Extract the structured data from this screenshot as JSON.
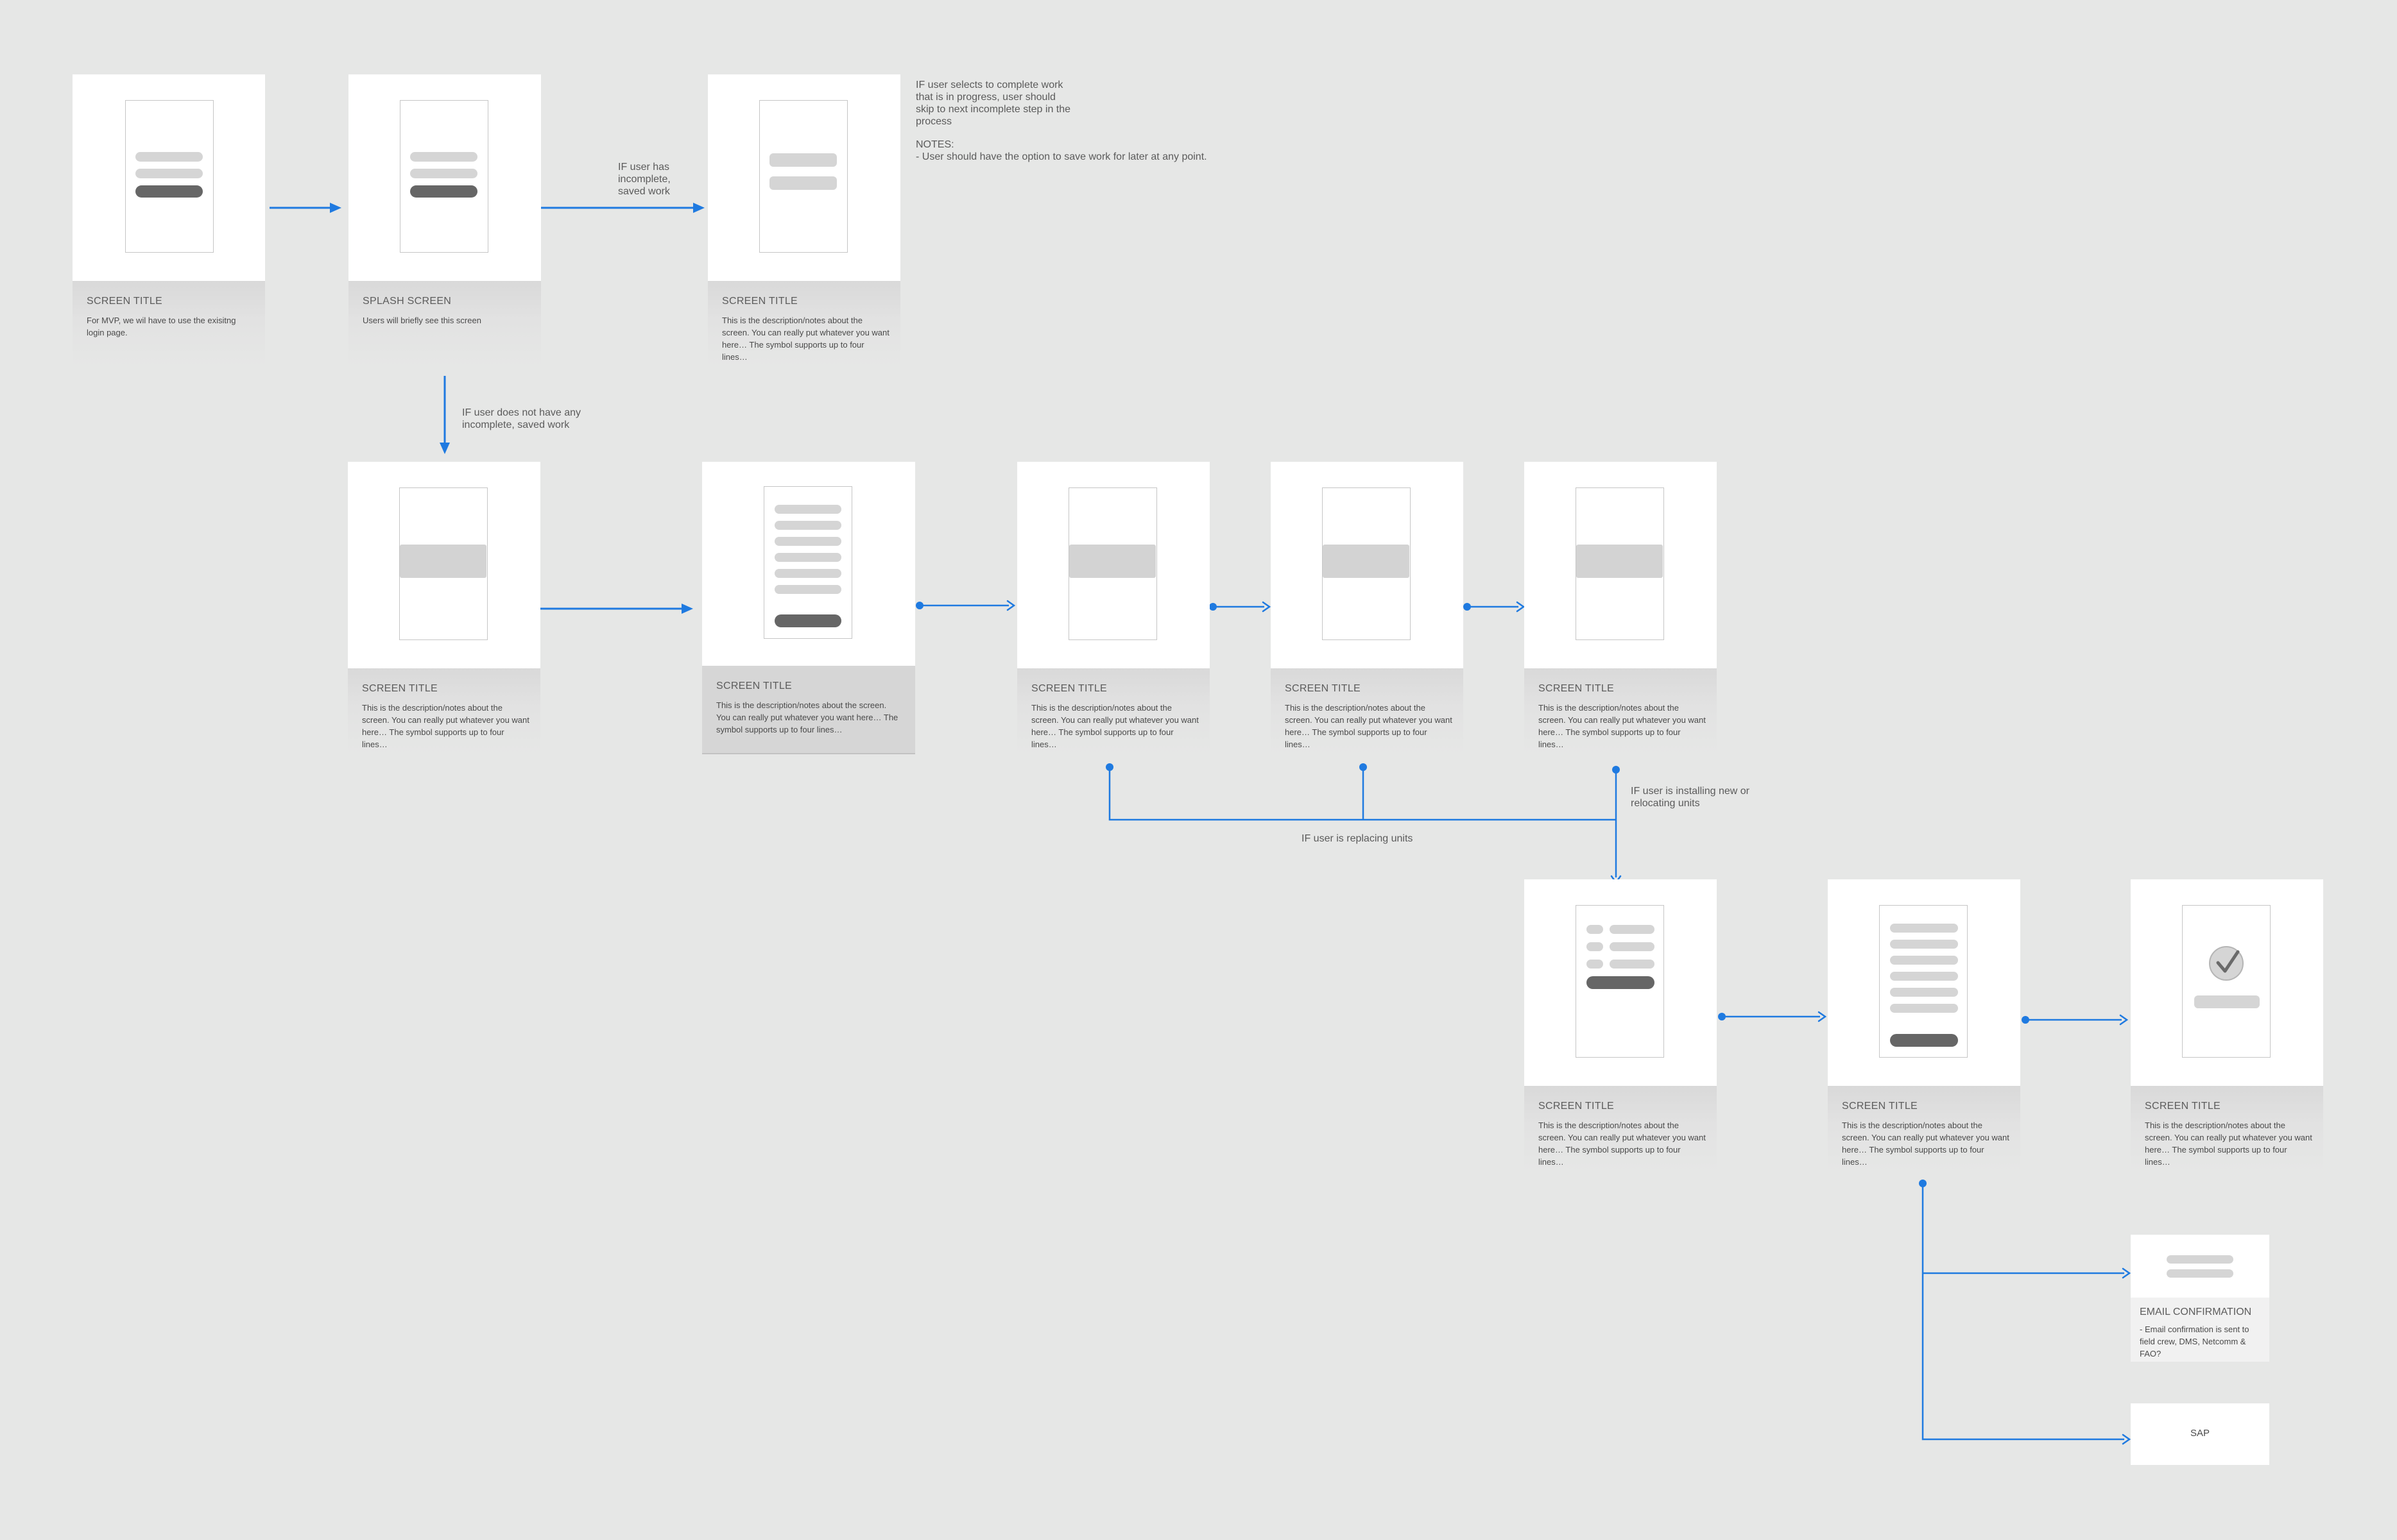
{
  "colors": {
    "connector": "#1f7ae0",
    "background": "#e6e7e6"
  },
  "cards": {
    "c1": {
      "title": "SCREEN TITLE",
      "desc": "For MVP, we wil have to use the exisitng login page."
    },
    "c2": {
      "title": "SPLASH SCREEN",
      "desc": "Users will briefly see this screen"
    },
    "c3": {
      "title": "SCREEN TITLE",
      "desc": "This is the description/notes about the screen. You can really put whatever you want here… The symbol supports up to four lines…"
    },
    "c4": {
      "title": "SCREEN TITLE",
      "desc": "This is the description/notes about the screen. You can really put whatever you want here… The symbol supports up to four lines…"
    },
    "c5": {
      "title": "SCREEN TITLE",
      "desc": "This is the description/notes about the screen. You can really put whatever you want here… The symbol supports up to four lines…"
    },
    "c6": {
      "title": "SCREEN TITLE",
      "desc": "This is the description/notes about the screen. You can really put whatever you want here… The symbol supports up to four lines…"
    },
    "c7": {
      "title": "SCREEN TITLE",
      "desc": "This is the description/notes about the screen. You can really put whatever you want here… The symbol supports up to four lines…"
    },
    "c8": {
      "title": "SCREEN TITLE",
      "desc": "This is the description/notes about the screen. You can really put whatever you want here… The symbol supports up to four lines…"
    },
    "c9": {
      "title": "SCREEN TITLE",
      "desc": "This is the description/notes about the screen. You can really put whatever you want here… The symbol supports up to four lines…"
    },
    "c10": {
      "title": "SCREEN TITLE",
      "desc": "This is the description/notes about the screen. You can really put whatever you want here… The symbol supports up to four lines…"
    },
    "c11": {
      "title": "SCREEN TITLE",
      "desc": "This is the description/notes about the screen. You can really put whatever you want here… The symbol supports up to four lines…"
    }
  },
  "notes": {
    "incomplete_saved": "IF user has incomplete, saved work",
    "no_incomplete": "IF user does not have any incomplete, saved work",
    "in_progress": "IF user selects to complete work that is in progress, user should skip to next incomplete step in the process",
    "notes_heading": "NOTES:",
    "notes_item": "- User should have the option to save work for later at any point.",
    "installing": "IF user is installing new or relocating units",
    "replacing": "IF user is replacing units"
  },
  "email": {
    "title": "EMAIL CONFIRMATION",
    "desc": "- Email confirmation is sent to field crew, DMS, Netcomm & FAO?"
  },
  "sap": {
    "label": "SAP"
  }
}
